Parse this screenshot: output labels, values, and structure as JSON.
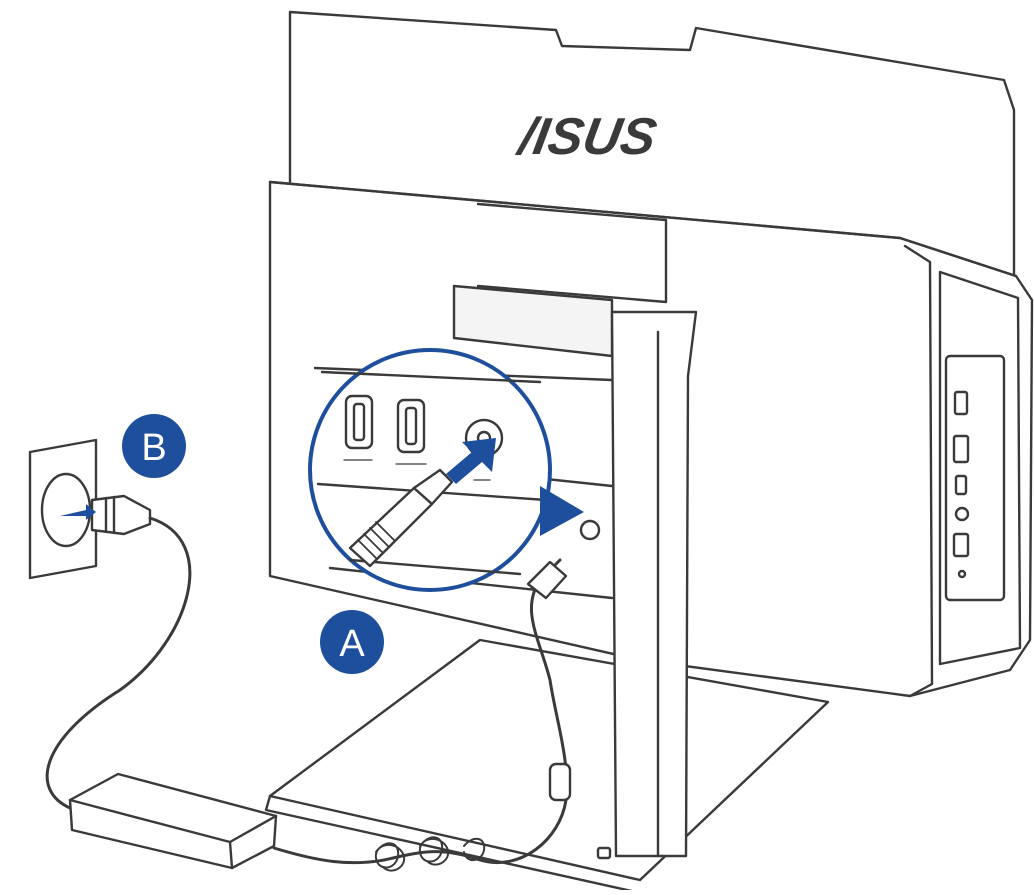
{
  "brand": {
    "logo_text": "/ISUS"
  },
  "callouts": [
    {
      "id": "a",
      "label": "A"
    },
    {
      "id": "b",
      "label": "B"
    }
  ],
  "colors": {
    "callout_fill": "#1e4f9c",
    "callout_text": "#ffffff",
    "arrow": "#1e4f9c",
    "zoom_ring": "#1e4f9c",
    "line": "#3a3a3a",
    "surface": "#f4f4f4"
  },
  "icons": {
    "hdmi_port_1": "hdmi-port-icon",
    "hdmi_port_2": "hdmi-port-icon",
    "dc_in": "dc-in-jack-icon",
    "wall_outlet": "wall-outlet-icon",
    "power_adapter": "power-adapter-icon"
  }
}
